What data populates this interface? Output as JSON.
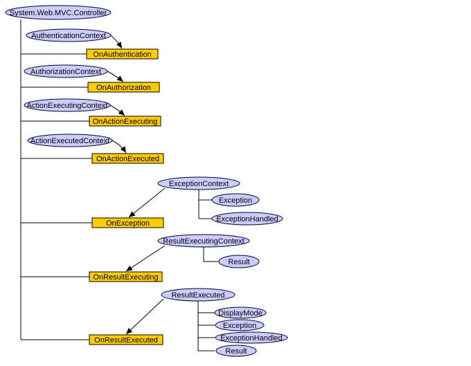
{
  "diagram": {
    "root": "System.Web.MVC.Controller",
    "methods": [
      {
        "id": "m1",
        "name": "OnAuthentication",
        "context": "AuthenticationContext",
        "properties": []
      },
      {
        "id": "m2",
        "name": "OnAuthorization",
        "context": "AuthorizationContext",
        "properties": []
      },
      {
        "id": "m3",
        "name": "OnActionExecuting",
        "context": "ActionExecutingContext",
        "properties": []
      },
      {
        "id": "m4",
        "name": "OnActionExecuted",
        "context": "ActionExecutedContext",
        "properties": []
      },
      {
        "id": "m5",
        "name": "OnException",
        "context": "ExceptionContext",
        "properties": [
          "Exception",
          "ExceptionHandled"
        ]
      },
      {
        "id": "m6",
        "name": "OnResultExecuting",
        "context": "ResultExecutingContext",
        "properties": [
          "Result"
        ]
      },
      {
        "id": "m7",
        "name": "OnResultExecuted",
        "context": "ResultExecuted",
        "properties": [
          "DisplayMode",
          "Exception",
          "ExceptionHandled",
          "Result"
        ]
      }
    ]
  },
  "colors": {
    "method_fill": "#ffcc00",
    "context_fill": "#ccccff",
    "line": "#000000"
  }
}
